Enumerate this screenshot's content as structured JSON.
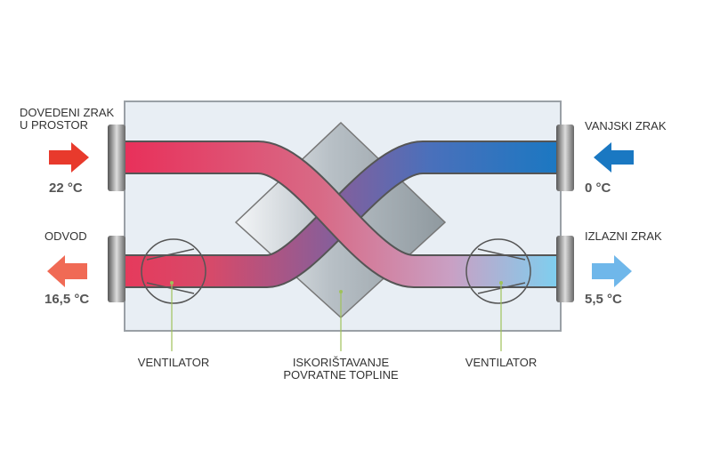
{
  "labels": {
    "supply_air_line1": "DOVEDENI ZRAK",
    "supply_air_line2": "U PROSTOR",
    "supply_temp": "22 °C",
    "outdoor_air": "VANJSKI ZRAK",
    "outdoor_temp": "0 °C",
    "extract": "ODVOD",
    "extract_temp": "16,5 °C",
    "exhaust_air": "IZLAZNI ZRAK",
    "exhaust_temp": "5,5 °C",
    "fan_left": "VENTILATOR",
    "fan_right": "VENTILATOR",
    "heat_recovery_line1": "ISKORIŠTAVANJE",
    "heat_recovery_line2": "POVRATNE TOPLINE"
  },
  "colors": {
    "warm": "#e0345a",
    "cold": "#1a78c2",
    "light_cold": "#7cc8ee",
    "leader": "#9fc25a"
  }
}
